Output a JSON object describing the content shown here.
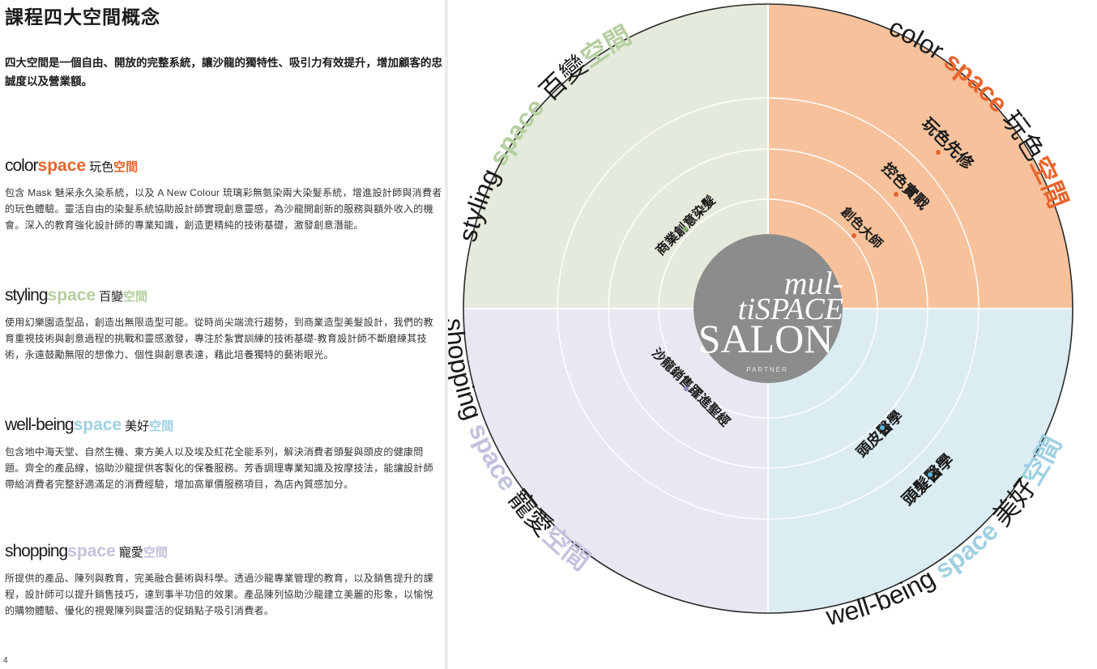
{
  "page": {
    "title": "課程四大空間概念",
    "intro": "四大空間是一個自由、開放的完整系統，讓沙龍的獨特性、吸引力有效提升，增加顧客的忠誠度以及營業額。",
    "page_number": "4"
  },
  "colors": {
    "color": "#e8642c",
    "color_bg": "#f7c29b",
    "styling": "#b5cfa0",
    "styling_bg": "#e5ebdc",
    "wellbeing": "#9fd0e2",
    "wellbeing_bg": "#dcecf3",
    "shopping": "#c2c2de",
    "shopping_bg": "#e8e7f2",
    "center": "#8c8c8c"
  },
  "sections": [
    {
      "key": "color",
      "en": "color",
      "space": "space",
      "zh1": "玩色",
      "zh2": "空間",
      "body": "包含 Mask 魅采永久染系統，以及 A New Colour 琉璃彩無氨染兩大染髮系統，增進設計師與消費者的玩色體驗。靈活自由的染髮系統協助設計師實現創意靈感，為沙龍開創新的服務與額外收入的機會。深入的教育強化設計師的專業知識，創造更精純的技術基礎，激發創意潛能。"
    },
    {
      "key": "styling",
      "en": "styling",
      "space": "space",
      "zh1": "百變",
      "zh2": "空間",
      "body": "使用幻樂園造型品，創造出無限造型可能。從時尚尖端流行趨勢，到商業造型美髮設計，我們的教育重視技術與創意過程的挑戰和靈感激發，專注於紮實訓練的技術基礎-教育設計師不斷磨練其技術，永遠鼓勵無限的想像力、個性與創意表達，藉此培養獨特的藝術眼光。"
    },
    {
      "key": "wellbeing",
      "en": "well-being",
      "space": "space",
      "zh1": "美好",
      "zh2": "空間",
      "body": "包含地中海天堂、自然生機、東方美人以及埃及紅花全能系列，解決消費者頭髮與頭皮的健康問題。齊全的產品線，協助沙龍提供客製化的保養服務。芳香調理專業知識及按摩技法，能讓設計師帶給消費者完整舒適滿足的消費經驗，增加高單價服務項目，為店內質感加分。"
    },
    {
      "key": "shopping",
      "en": "shopping",
      "space": "space",
      "zh1": "寵愛",
      "zh2": "空間",
      "body": "所提供的產品、陳列與教育，完美融合藝術與科學。透過沙龍專業管理的教育，以及銷售提升的課程，設計師可以提升銷售技巧，達到事半功倍的效果。產品陳列協助沙龍建立美麗的形象，以愉悅的購物體驗、優化的視覺陳列與靈活的促銷點子吸引消費者。"
    }
  ],
  "diagram": {
    "center": {
      "line1": "mul-",
      "line2": "tiSPACE",
      "line3": "SALON",
      "sub": "PARTNER"
    },
    "courses": {
      "c1": "玩色先修",
      "c2": "控色實戰",
      "c3": "創色大師",
      "s1": "商業創意染髮",
      "sh1": "沙龍銷售躍進聖經",
      "w1": "頭皮醫學",
      "w2": "頭髮醫學"
    }
  }
}
